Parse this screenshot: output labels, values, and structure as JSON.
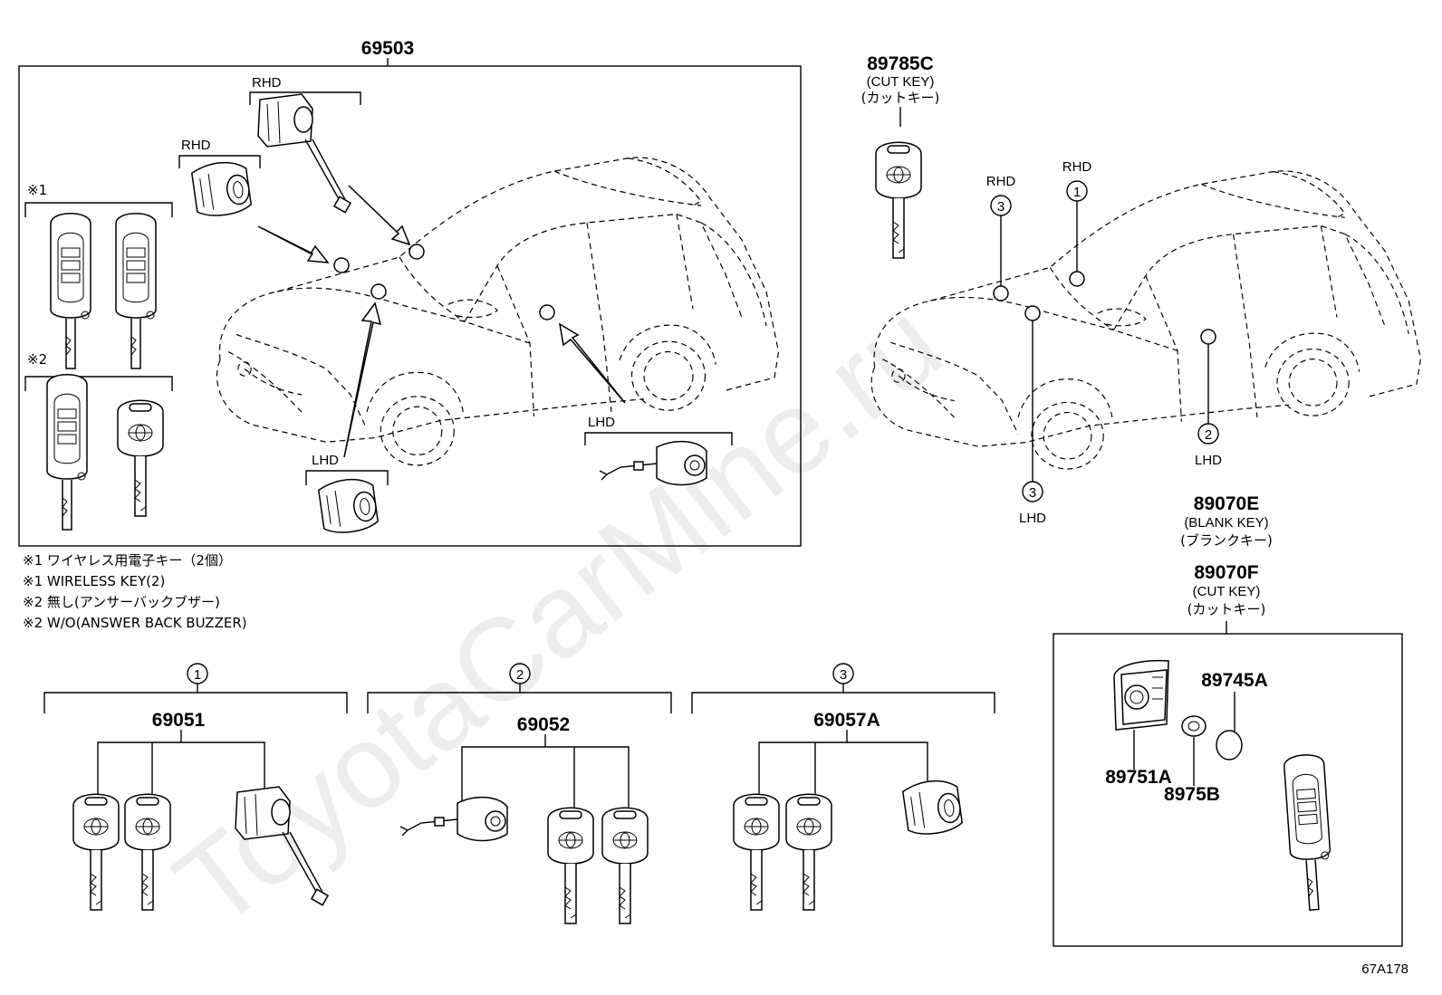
{
  "watermark": "ToyotaCarMine.ru",
  "diagram_id": "67A178",
  "assembly": {
    "number": "69503",
    "labels": {
      "rhd_1": "RHD",
      "rhd_2": "RHD",
      "lhd_1": "LHD",
      "lhd_2": "LHD"
    },
    "note_marks": {
      "n1": "※1",
      "n2": "※2"
    }
  },
  "notes": [
    "※1 ワイヤレス用電子キー（2個）",
    "※1 WIRELESS KEY(2)",
    "※2 無し(アンサーバックブザー)",
    "※2 W/O(ANSWER BACK BUZZER)"
  ],
  "cut_key_top": {
    "number": "89785C",
    "line1": "(CUT KEY)",
    "line2": "(カットキー)"
  },
  "right_car": {
    "rhd_a": "RHD",
    "rhd_b": "RHD",
    "lhd_a": "LHD",
    "lhd_b": "LHD",
    "c1": "1",
    "c2": "2",
    "c3a": "3",
    "c3b": "3"
  },
  "blank_key": {
    "number": "89070E",
    "line1": "(BLANK KEY)",
    "line2": "(ブランクキー)"
  },
  "cut_key_box": {
    "number": "89070F",
    "line1": "(CUT KEY)",
    "line2": "(カットキー)"
  },
  "box_parts": {
    "battery": "89745A",
    "cover": "89751A",
    "spacer": "8975B"
  },
  "groups": [
    {
      "circle": "1",
      "number": "69051"
    },
    {
      "circle": "2",
      "number": "69052"
    },
    {
      "circle": "3",
      "number": "69057A"
    }
  ]
}
